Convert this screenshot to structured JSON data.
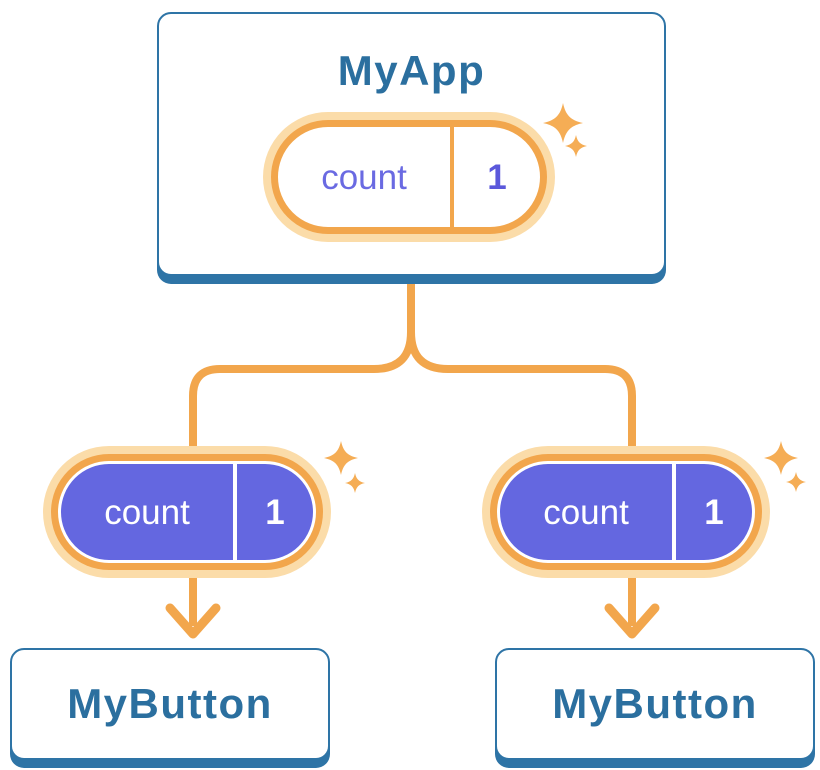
{
  "tree": {
    "root": {
      "title": "MyApp",
      "state": {
        "name": "count",
        "value": "1"
      }
    },
    "children": [
      {
        "title": "MyButton",
        "state": {
          "name": "count",
          "value": "1"
        }
      },
      {
        "title": "MyButton",
        "state": {
          "name": "count",
          "value": "1"
        }
      }
    ]
  },
  "icons": {
    "sparkles": "sparkle-icon"
  },
  "colors": {
    "blueBorder": "#2E74A6",
    "blueText": "#2B6F9F",
    "orange": "#F2A64C",
    "halo": "#FBDCA9",
    "sparkle": "#F5AD55",
    "purpleFill": "#6467E0",
    "purpleName": "#6A6AE2",
    "purpleValue": "#5B58DB",
    "cardBg": "#FFFFFF",
    "pageBg": "#FFFFFF"
  }
}
